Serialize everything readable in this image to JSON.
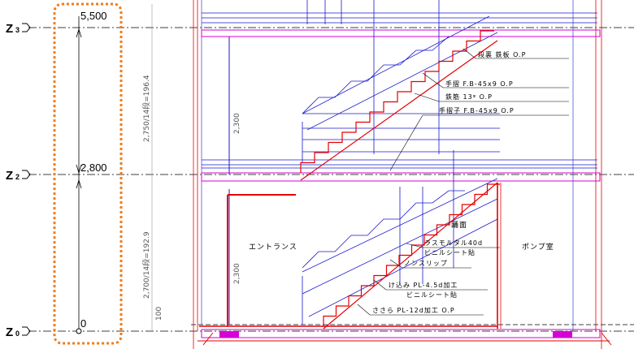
{
  "levels": [
    {
      "letter": "Z",
      "sub": "3",
      "elevation": "5,500"
    },
    {
      "letter": "Z",
      "sub": "2",
      "elevation": "2,800"
    },
    {
      "letter": "Z",
      "sub": "0",
      "elevation": "0"
    }
  ],
  "dimensions": {
    "upper_height": "2,300",
    "lower_height": "2,300",
    "upper_stair": "2,750/14段=196.4",
    "lower_stair": "2,700/14段=192.9",
    "base": "100"
  },
  "rooms": {
    "entrance": "エントランス",
    "pump_room": "ポンプ室",
    "top": "踊面"
  },
  "notes": [
    "段裏 鉄板 O.P",
    "手摺 F.B-45x9 O.P",
    "鉄筋 13ᵠ O.P",
    "手摺子 F.B-45x9 O.P",
    "ラスモルタル40d",
    "ビニルシート貼",
    "ノンスリップ",
    "け込み PL-4.5d加工",
    "ビニルシート貼",
    "ささら PL-12d加工 O.P"
  ],
  "colors": {
    "highlight": "#f07c18",
    "stair_red": "#e60000",
    "frame_blue": "#1a1acc",
    "hatch_magenta": "#d600d6"
  }
}
